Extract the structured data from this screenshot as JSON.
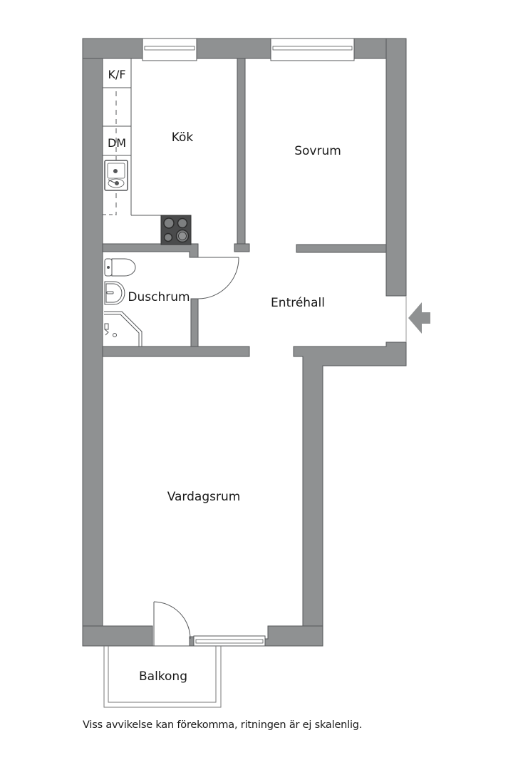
{
  "floor_plan": {
    "rooms": [
      {
        "id": "kok",
        "label": "Kök"
      },
      {
        "id": "sovrum",
        "label": "Sovrum"
      },
      {
        "id": "duschrum",
        "label": "Duschrum"
      },
      {
        "id": "entrehall",
        "label": "Entréhall"
      },
      {
        "id": "vardagsrum",
        "label": "Vardagsrum"
      },
      {
        "id": "balkong",
        "label": "Balkong"
      }
    ],
    "fixtures": {
      "fridge_freezer": "K/F",
      "dishwasher": "DM"
    },
    "entrance_marker": "entrance-arrow",
    "colors": {
      "wall": "#8f9192",
      "wall_stroke": "#555759",
      "stove": "#4a4b4c",
      "background": "#ffffff"
    }
  },
  "footer": {
    "disclaimer": "Viss avvikelse kan förekomma, ritningen är ej skalenlig."
  }
}
